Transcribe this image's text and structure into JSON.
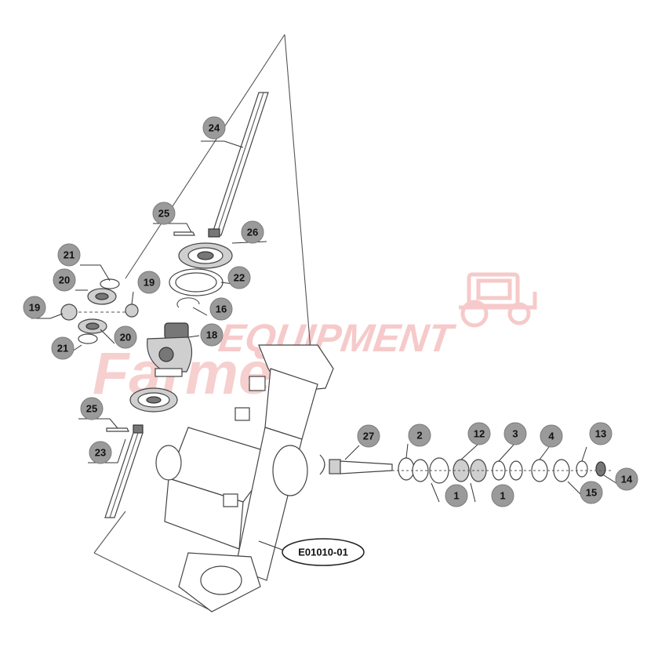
{
  "diagram": {
    "assembly_code": "E01010-01",
    "callouts": [
      {
        "id": "24",
        "label": "24"
      },
      {
        "id": "25-top",
        "label": "25"
      },
      {
        "id": "26",
        "label": "26"
      },
      {
        "id": "21-top",
        "label": "21"
      },
      {
        "id": "20-top",
        "label": "20"
      },
      {
        "id": "19-right",
        "label": "19"
      },
      {
        "id": "22",
        "label": "22"
      },
      {
        "id": "19-left",
        "label": "19"
      },
      {
        "id": "16",
        "label": "16"
      },
      {
        "id": "18",
        "label": "18"
      },
      {
        "id": "21-bottom",
        "label": "21"
      },
      {
        "id": "20-bottom",
        "label": "20"
      },
      {
        "id": "25-bottom",
        "label": "25"
      },
      {
        "id": "23",
        "label": "23"
      },
      {
        "id": "27",
        "label": "27"
      },
      {
        "id": "2",
        "label": "2"
      },
      {
        "id": "12",
        "label": "12"
      },
      {
        "id": "3",
        "label": "3"
      },
      {
        "id": "4",
        "label": "4"
      },
      {
        "id": "13",
        "label": "13"
      },
      {
        "id": "14",
        "label": "14"
      },
      {
        "id": "1-left",
        "label": "1"
      },
      {
        "id": "1-right",
        "label": "1"
      },
      {
        "id": "15",
        "label": "15"
      }
    ],
    "colors": {
      "callout_fill": "#9a9a9a",
      "line": "#444444",
      "watermark": "#f2b8b8"
    }
  },
  "watermark": {
    "logo_text": "Farmer EQUIPMENT",
    "icon": "tractor-icon"
  }
}
